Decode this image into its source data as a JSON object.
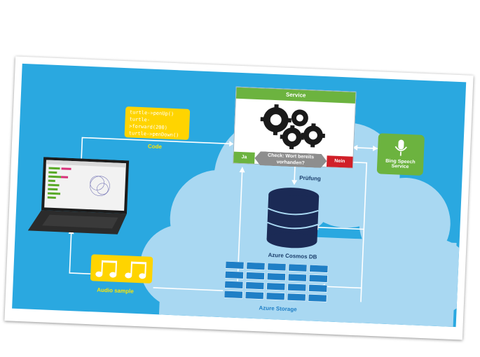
{
  "code_box": {
    "lines": [
      "turtle->penUp()",
      "turtle->forward(200)",
      "turtle->penDown()"
    ],
    "label": "Code"
  },
  "service": {
    "title": "Service",
    "check_label_line1": "Check: Wort bereits",
    "check_label_line2": "vorhanden?",
    "yes_label": "Ja",
    "no_label": "Nein"
  },
  "bing": {
    "line1": "Bing Speech",
    "line2": "Service"
  },
  "cosmos": {
    "label": "Azure Cosmos DB",
    "check_label": "Prüfung"
  },
  "storage": {
    "label": "Azure Storage"
  },
  "audio": {
    "label": "Audio sample"
  },
  "colors": {
    "sky": "#2aa8e0",
    "cloud": "#a9d8f2",
    "green": "#6cb33f",
    "yellow": "#ffd400",
    "red": "#d01f28",
    "navy": "#1b3e6b"
  }
}
